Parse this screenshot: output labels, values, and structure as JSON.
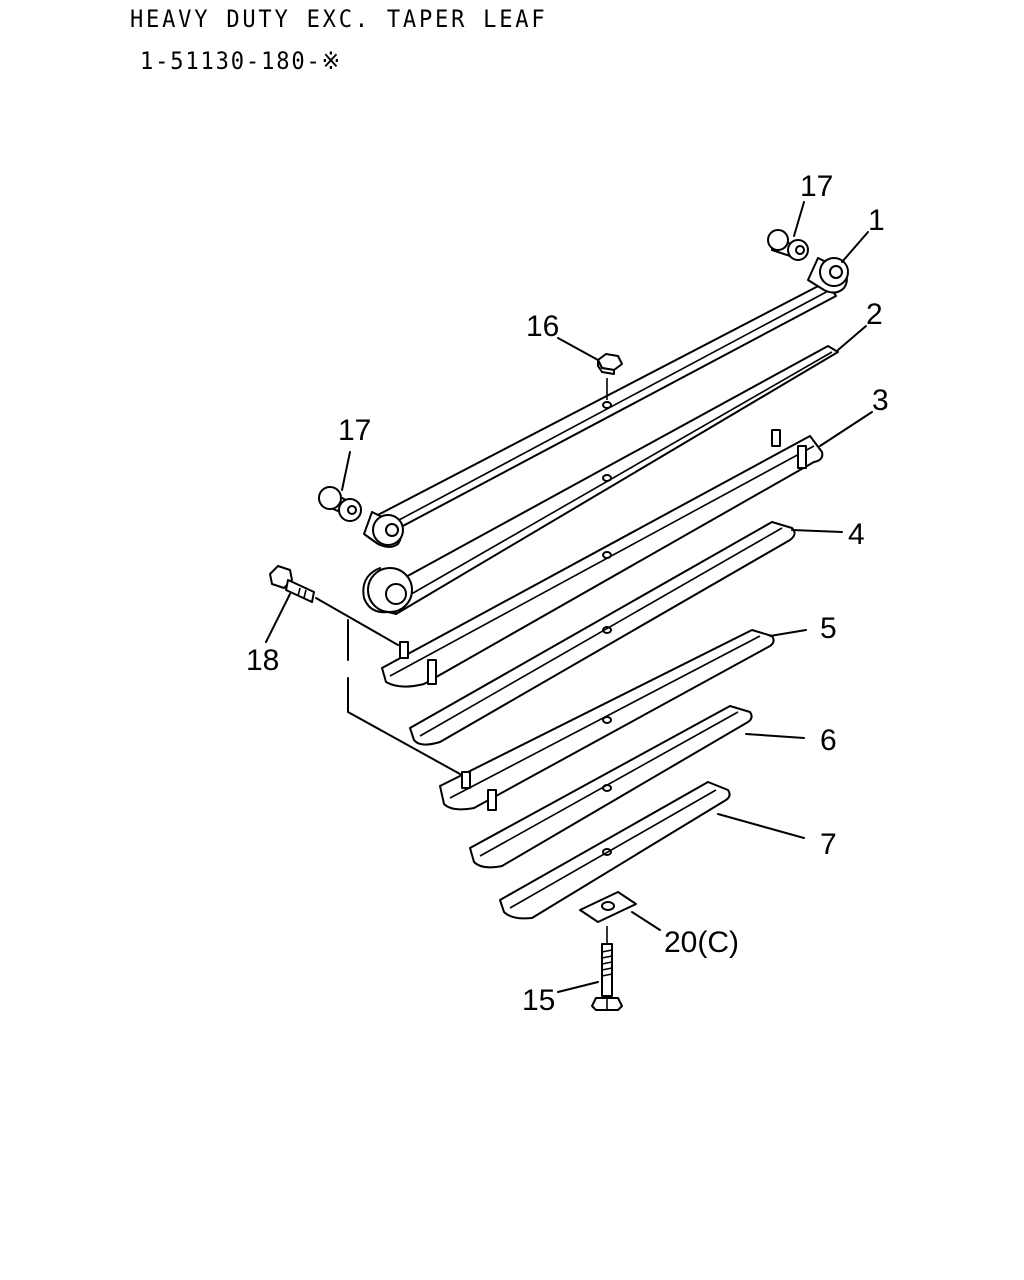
{
  "header": {
    "title": "HEAVY DUTY EXC. TAPER LEAF",
    "part_number": "1-51130-180-※"
  },
  "callouts": {
    "c17_top": "17",
    "c1": "1",
    "c16": "16",
    "c2": "2",
    "c17_left": "17",
    "c3": "3",
    "c4": "4",
    "c18": "18",
    "c5": "5",
    "c6": "6",
    "c7": "7",
    "c20": "20(C)",
    "c15": "15"
  }
}
